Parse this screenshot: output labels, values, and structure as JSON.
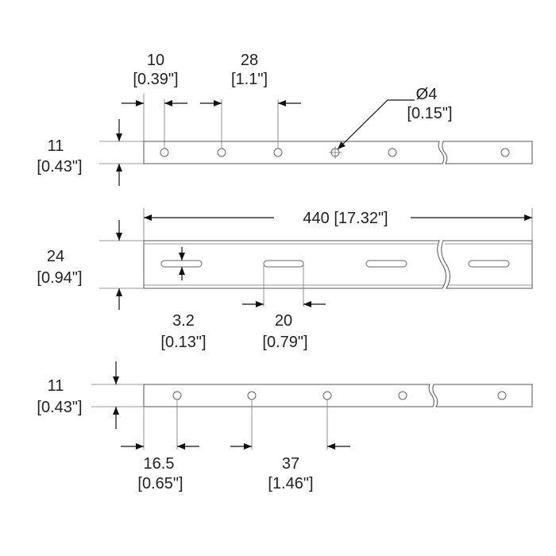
{
  "top_view": {
    "hole_offset": "10",
    "hole_offset_in": "[0.39\"]",
    "hole_pitch": "28",
    "hole_pitch_in": "[1.1\"]",
    "hole_diameter": "Ø4",
    "hole_diameter_in": "[0.15\"]",
    "width": "11",
    "width_in": "[0.43\"]"
  },
  "middle_view": {
    "length": "440 [17.32\"]",
    "height": "24",
    "height_in": "[0.94\"]",
    "slot_width": "3.2",
    "slot_width_in": "[0.13\"]",
    "slot_length": "20",
    "slot_length_in": "[0.79\"]"
  },
  "bottom_view": {
    "width": "11",
    "width_in": "[0.43\"]",
    "hole_offset": "16.5",
    "hole_offset_in": "[0.65\"]",
    "hole_pitch": "37",
    "hole_pitch_in": "[1.46\"]"
  }
}
